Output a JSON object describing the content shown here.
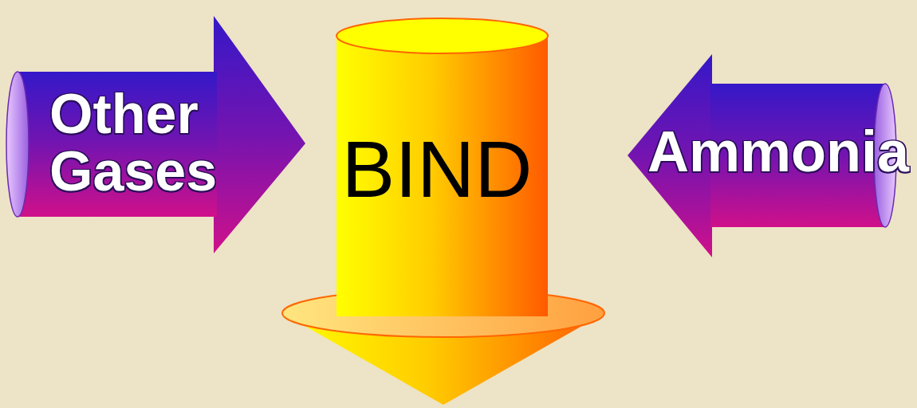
{
  "diagram": {
    "nodes": [
      {
        "text": [
          "Other Gases"
        ]
      },
      {
        "text": [
          "BIND"
        ]
      },
      {
        "text": [
          "Ammonia"
        ]
      }
    ]
  }
}
